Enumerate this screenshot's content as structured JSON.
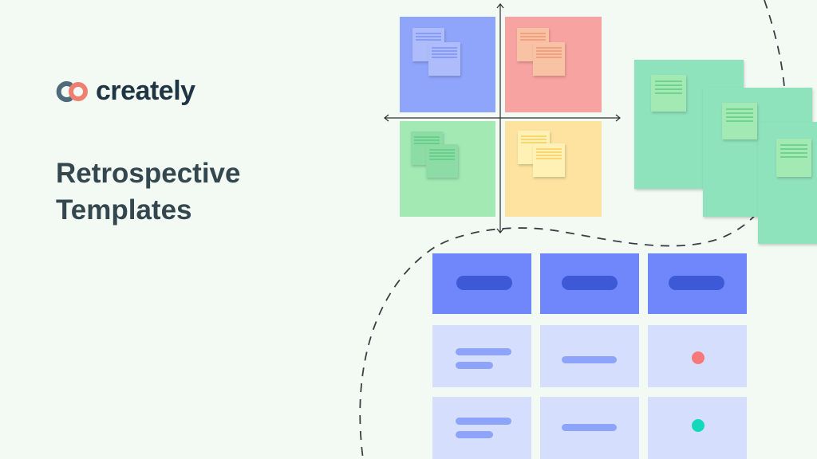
{
  "brand": {
    "name": "creately",
    "logo_icon": "creately-logo-icon",
    "logo_colors": [
      "#4f6a7a",
      "#ef7f6e"
    ]
  },
  "headline": {
    "line1": "Retrospective",
    "line2": "Templates"
  },
  "colors": {
    "background": "#f2faf3",
    "text": "#34474f",
    "quadrant_blue": "#8fa4fb",
    "quadrant_red": "#f7a3a1",
    "quadrant_green": "#a2e9b4",
    "quadrant_yellow": "#fde39f",
    "board_green": "#8fe3bc",
    "table_header": "#6f87fa",
    "table_header_pill": "#3d59d5",
    "table_cell": "#d6defe",
    "table_line": "#8ea3fa",
    "dot_red": "#f7787a",
    "dot_teal": "#12d9bb"
  },
  "illustration": {
    "quadrant_diagram_icon": "quadrant-matrix-icon",
    "table_icon": "retro-table-icon",
    "status_dots": [
      "red",
      "teal"
    ]
  }
}
